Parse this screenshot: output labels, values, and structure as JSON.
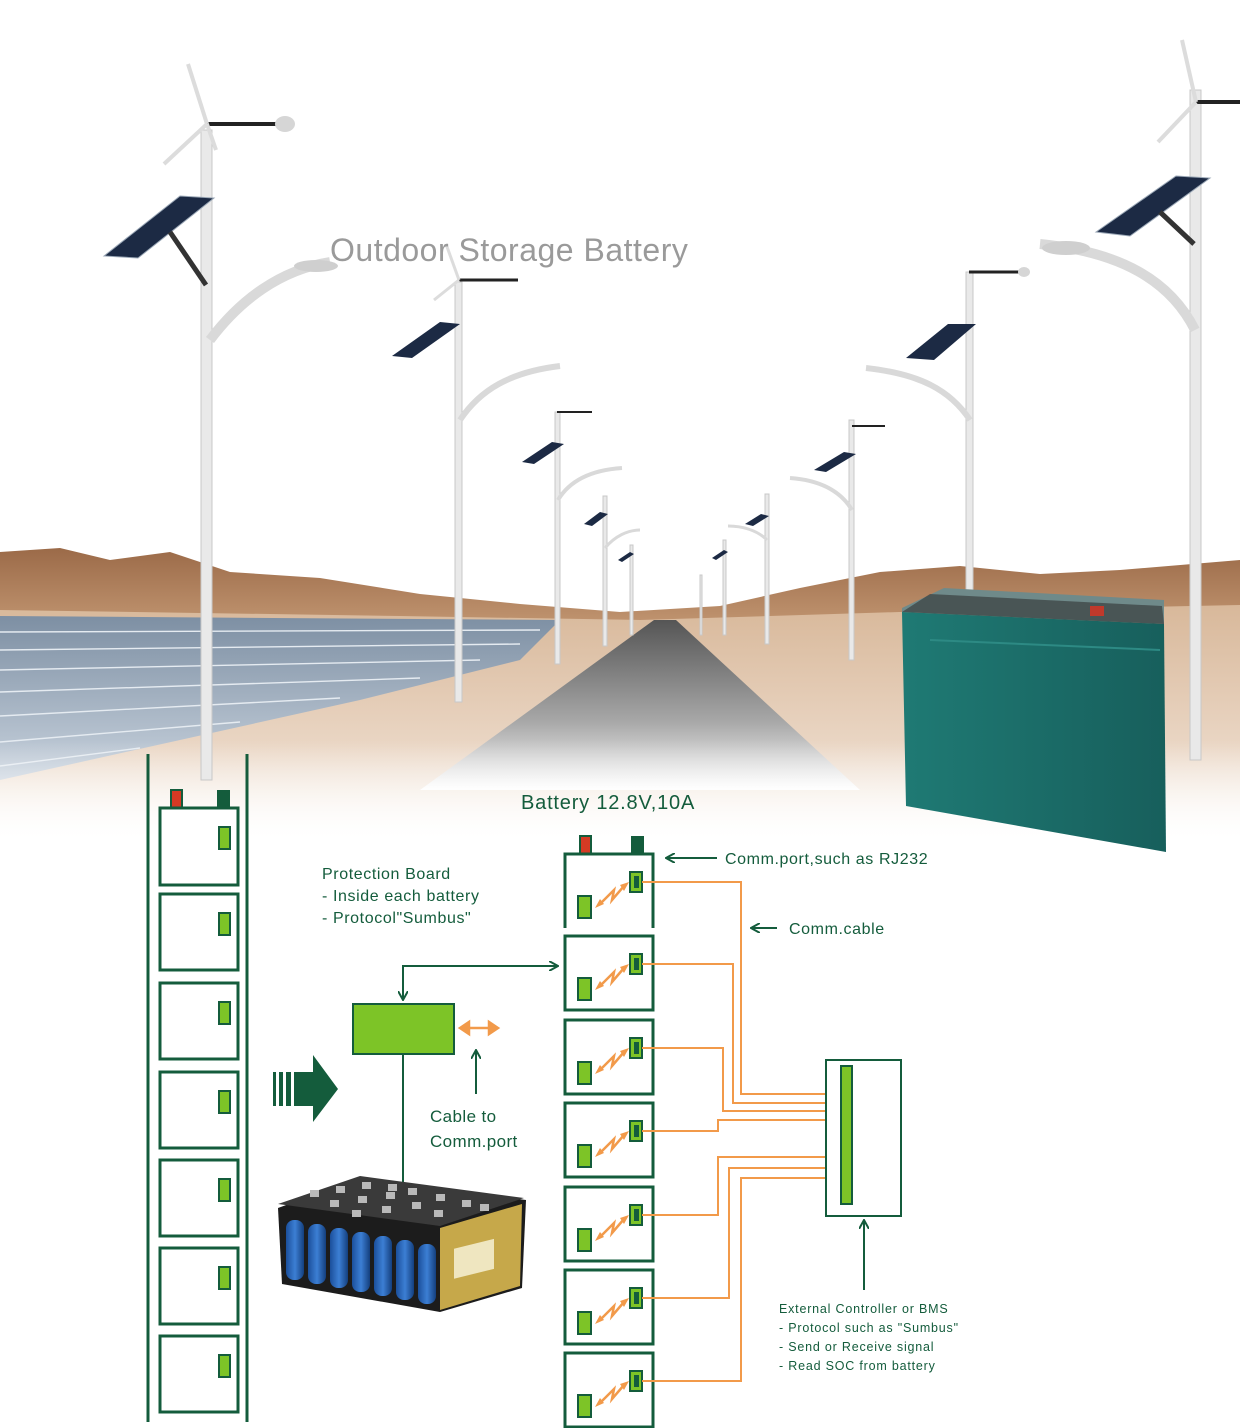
{
  "title": "Outdoor Storage Battery",
  "battery_label": "Battery 12.8V,10A",
  "comm_port_label": "Comm.port,such as RJ232",
  "comm_cable_label": "Comm.cable",
  "protection_board": {
    "heading": "Protection Board",
    "lines": [
      "- Inside each battery",
      "- Protocol\"Sumbus\""
    ]
  },
  "cable_to_comm_port": [
    "Cable to",
    "Comm.port"
  ],
  "external_controller": {
    "heading": "External Controller or BMS",
    "lines": [
      "- Protocol such as \"Sumbus\"",
      "- Send or Receive signal",
      "- Read SOC from battery"
    ]
  },
  "colors": {
    "dark_green": "#145c3c",
    "light_green": "#7dc427",
    "orange": "#f29a4a",
    "terminal_red": "#d53a24",
    "battery_teal": "#1e6f6a",
    "title_gray": "#9a9a9a"
  }
}
